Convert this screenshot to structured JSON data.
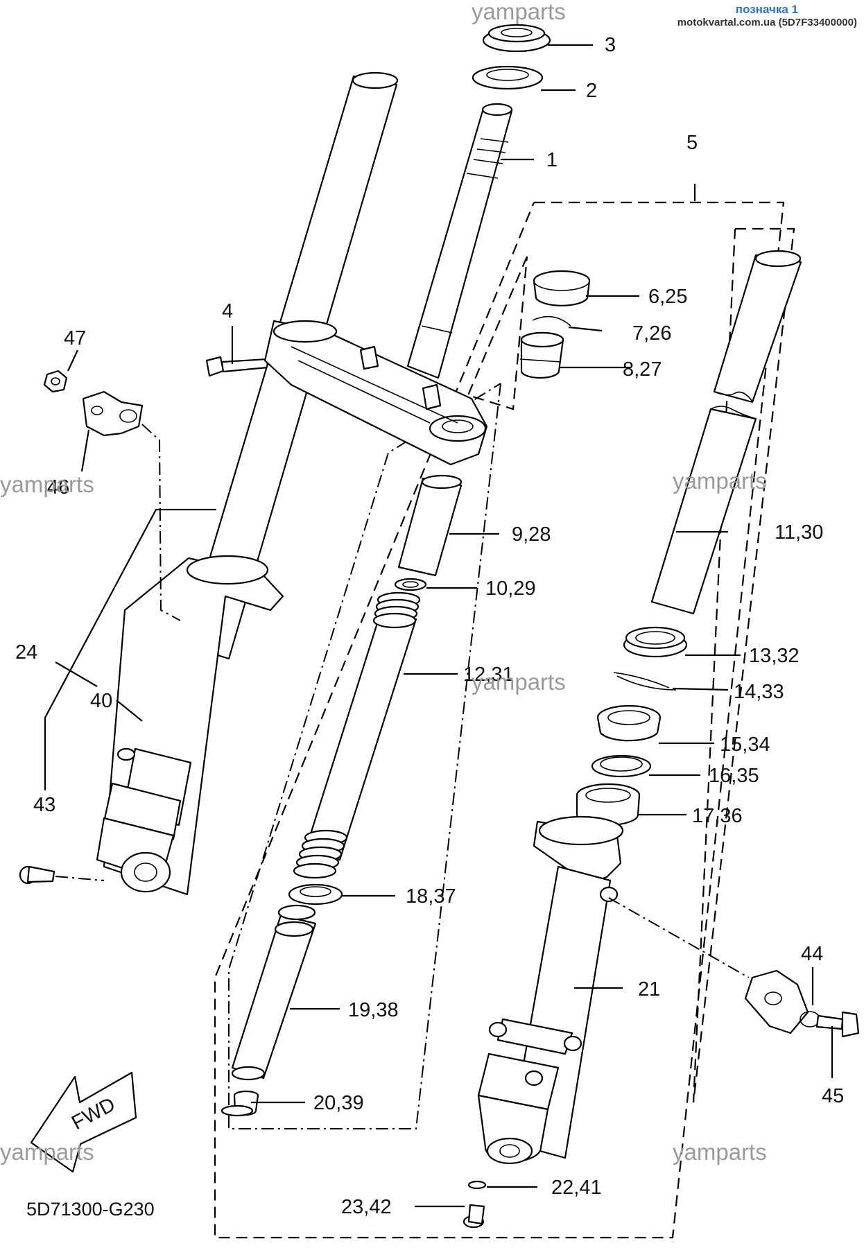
{
  "header": {
    "title_label": "позначка 1",
    "source": "motokvartal.com.ua (5D7F33400000)"
  },
  "diagram": {
    "code": "5D71300-G230",
    "watermark": "yamparts",
    "fwd_label": "FWD",
    "callouts": {
      "c1": "1",
      "c2": "2",
      "c3": "3",
      "c4": "4",
      "c5": "5",
      "c6": "6,25",
      "c7": "7,26",
      "c8": "8,27",
      "c9": "9,28",
      "c10": "10,29",
      "c11": "11,30",
      "c12": "12,31",
      "c13": "13,32",
      "c14": "14,33",
      "c15": "15,34",
      "c16": "16,35",
      "c17": "17,36",
      "c18": "18,37",
      "c19": "19,38",
      "c20": "20,39",
      "c21": "21",
      "c22": "22,41",
      "c23": "23,42",
      "c24": "24",
      "c40": "40",
      "c43": "43",
      "c44": "44",
      "c45": "45",
      "c46": "46",
      "c47": "47"
    }
  }
}
